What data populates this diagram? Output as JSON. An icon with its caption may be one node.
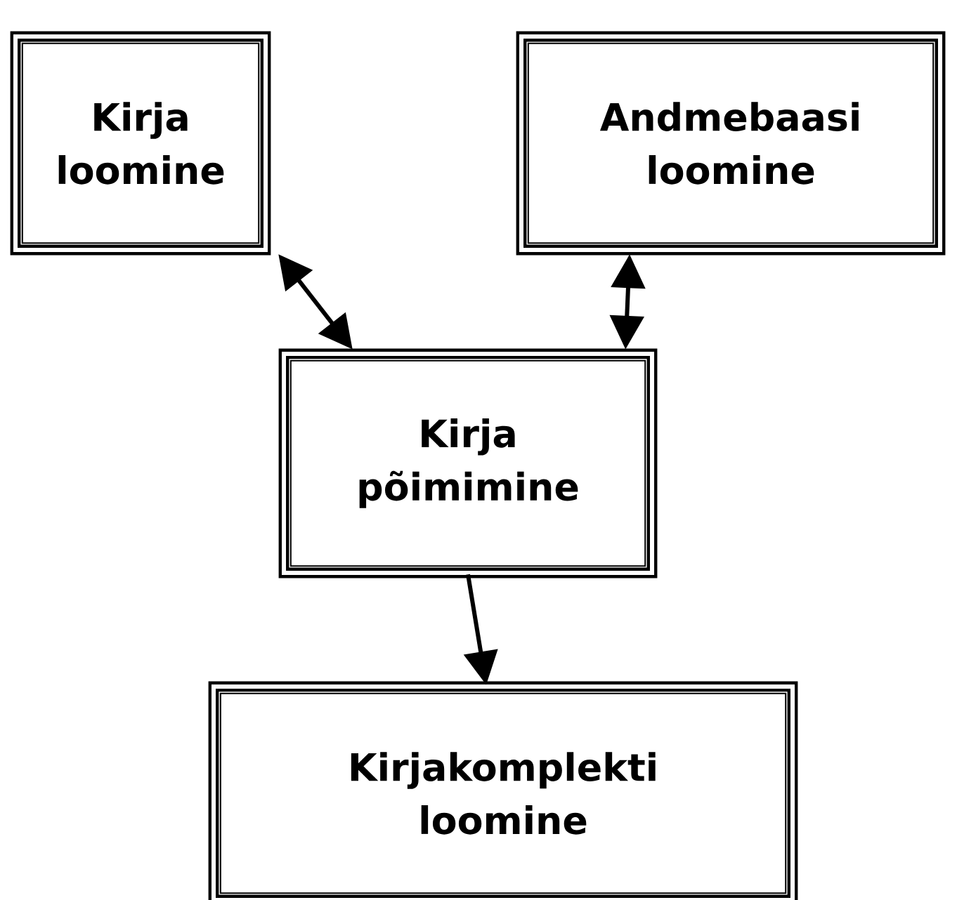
{
  "diagram": {
    "nodes": [
      {
        "text": [
          "Kirja loomine"
        ]
      },
      {
        "text": [
          "Andmebaasi loomine"
        ]
      },
      {
        "text": [
          "Kirja põimimine"
        ]
      },
      {
        "text": [
          "Kirjakomplekti loomine"
        ]
      }
    ],
    "edges": [
      {
        "from": 0,
        "to": 2,
        "arrow": "both"
      },
      {
        "from": 1,
        "to": 2,
        "arrow": "both"
      },
      {
        "from": 2,
        "to": 3,
        "arrow": "to"
      }
    ]
  }
}
